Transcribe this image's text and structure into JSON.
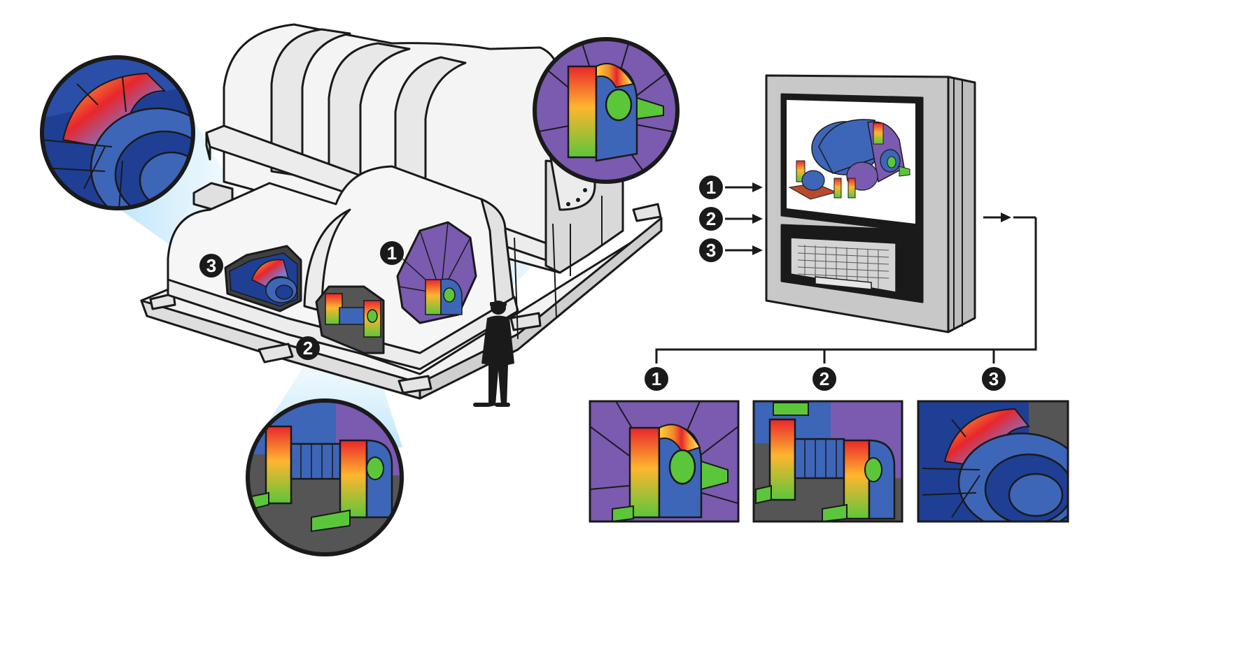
{
  "markers": {
    "m1": "1",
    "m2": "2",
    "m3": "3"
  },
  "colors": {
    "outline": "#1a1a1a",
    "machine_body": "#f2f2f2",
    "machine_shadow": "#d0d0d0",
    "beam_light": "#bfe6fb",
    "fea_blue": "#3d66b8",
    "fea_dark_blue": "#1f3f95",
    "fea_purple": "#7a5bb0",
    "fea_green": "#5cc63a",
    "fea_yellow": "#ffd23a",
    "fea_red": "#e8262c",
    "panel_gray": "#bdbdbd",
    "screen_gray": "#8a8a8a"
  },
  "icons": {
    "person": "person-silhouette-icon",
    "arrow": "arrow-right-icon"
  }
}
